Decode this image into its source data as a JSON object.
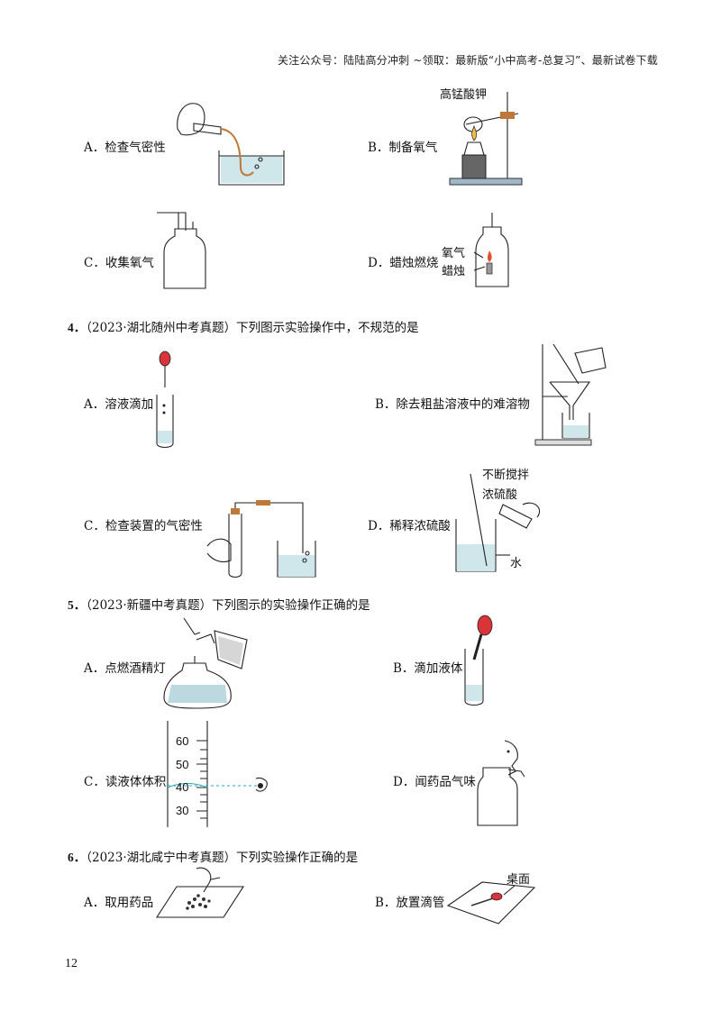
{
  "header": "关注公众号：陆陆高分冲刺 ~领取：最新版“小中高考-总复习”、最新试卷下载",
  "q3_options": [
    {
      "text": "A．检查气密性"
    },
    {
      "text": "B．制备氧气",
      "labels": [
        "高锰酸钾"
      ]
    },
    {
      "text": "C．收集氧气"
    },
    {
      "text": "D．蜡烛燃烧",
      "labels": [
        "氧气",
        "蜡烛"
      ]
    }
  ],
  "q4": {
    "number": "4．",
    "stem": "（2023·湖北随州中考真题）下列图示实验操作中，不规范的是",
    "options": [
      {
        "text": "A．溶液滴加"
      },
      {
        "text": "B．除去粗盐溶液中的难溶物"
      },
      {
        "text": "C．检查装置的气密性"
      },
      {
        "text": "D．稀释浓硫酸",
        "labels": [
          "不断搅拌",
          "浓硫酸",
          "水"
        ]
      }
    ]
  },
  "q5": {
    "number": "5．",
    "stem": "（2023·新疆中考真题）下列图示的实验操作正确的是",
    "options": [
      {
        "text": "A．点燃酒精灯"
      },
      {
        "text": "B．滴加液体"
      },
      {
        "text": "C．读液体体积",
        "scale": [
          "60",
          "50",
          "40",
          "30"
        ]
      },
      {
        "text": "D．闻药品气味"
      }
    ]
  },
  "q6": {
    "number": "6．",
    "stem": "（2023·湖北咸宁中考真题）下列实验操作正确的是",
    "options": [
      {
        "text": "A．取用药品"
      },
      {
        "text": "B．放置滴管",
        "labels": [
          "桌面"
        ]
      }
    ]
  },
  "page_number": "12",
  "colors": {
    "water": "#cfe6ea",
    "rubber": "#c0783a",
    "bulb": "#d9343a",
    "sightline": "#2aa8c0"
  }
}
